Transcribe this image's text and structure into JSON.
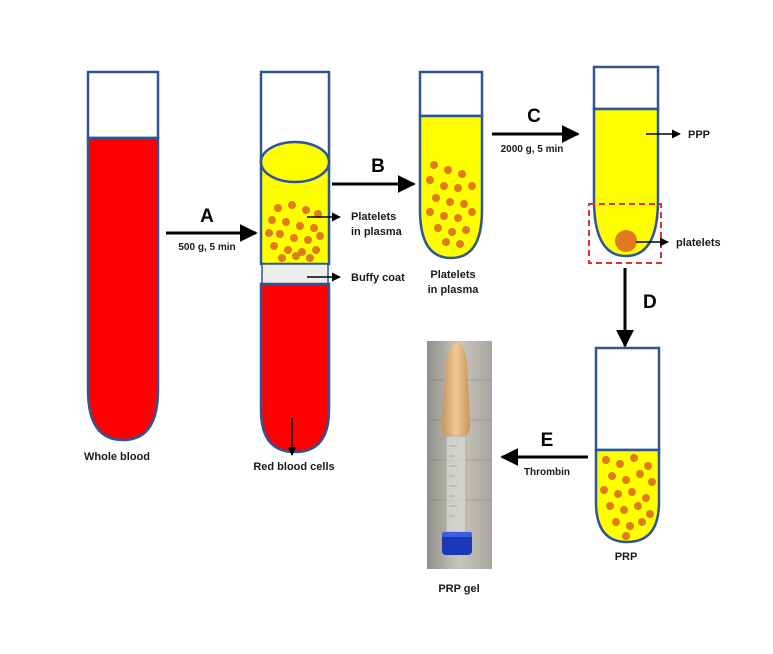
{
  "steps": {
    "a": "A",
    "a_condition": "500 g, 5 min",
    "b": "B",
    "c": "C",
    "c_condition": "2000 g,  5 min",
    "d": "D",
    "e": "E",
    "e_agent": "Thrombin"
  },
  "labels": {
    "whole_blood": "Whole blood",
    "platelets_in_plasma_1": "Platelets",
    "platelets_in_plasma_2": "in plasma",
    "buffy_coat": "Buffy coat",
    "red_blood_cells": "Red blood cells",
    "tube3_line1": "Platelets",
    "tube3_line2": "in plasma",
    "ppp": "PPP",
    "platelets": "platelets",
    "prp": "PRP",
    "prp_gel": "PRP gel"
  },
  "colors": {
    "blood": "#ff0000",
    "plasma": "#ffff00",
    "platelet": "#e07a1f",
    "tube_outline": "#2f5597",
    "buffy": "#eeeeee",
    "highlight_box": "#e03030"
  }
}
